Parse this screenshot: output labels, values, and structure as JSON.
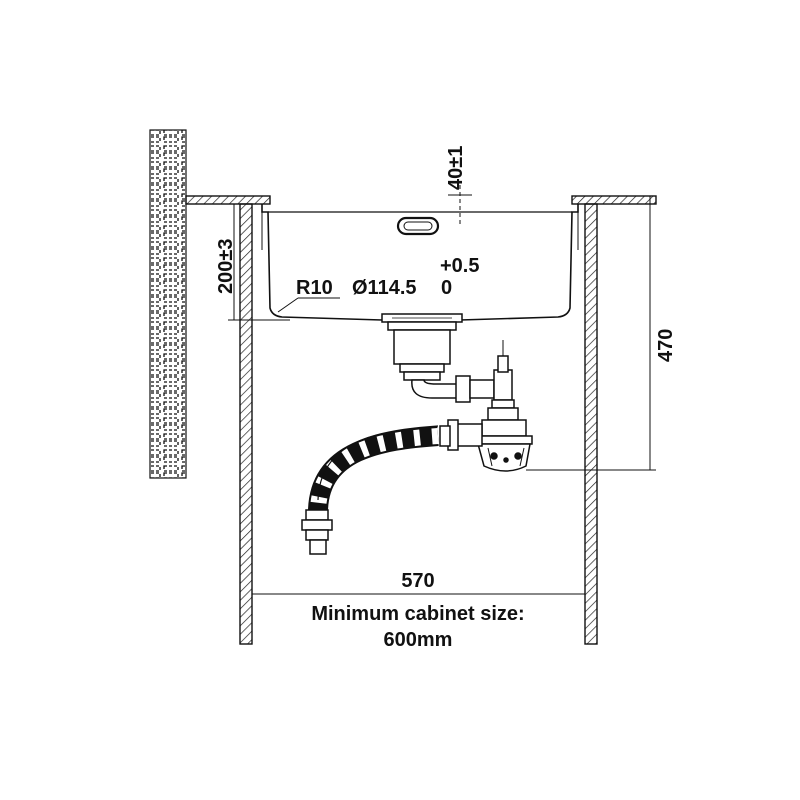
{
  "labels": {
    "dim_40": "40±1",
    "dim_200": "200±3",
    "dim_470": "470",
    "dim_570": "570",
    "radius": "R10",
    "diameter": "Ø114.5",
    "tol_plus": "+0.5",
    "tol_zero": "0",
    "caption_line1": "Minimum cabinet size:",
    "caption_line2": "600mm"
  },
  "colors": {
    "line": "#111111",
    "hatch": "#222222",
    "background": "#ffffff"
  }
}
